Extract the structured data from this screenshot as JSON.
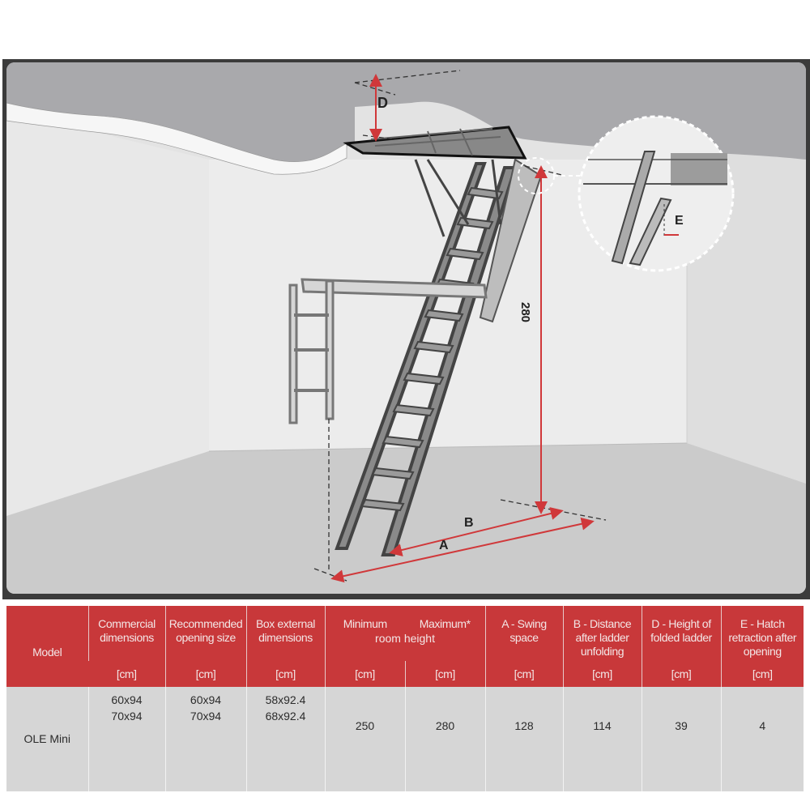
{
  "diagram": {
    "labels": {
      "D": "D",
      "E": "E",
      "A": "A",
      "B": "B",
      "height": "280"
    }
  },
  "table": {
    "headers": [
      {
        "label": "Model",
        "unit": ""
      },
      {
        "label": "Commercial dimensions",
        "unit": "[cm]"
      },
      {
        "label": "Recommended opening size",
        "unit": "[cm]"
      },
      {
        "label": "Box external dimensions",
        "unit": "[cm]"
      },
      {
        "label": "Minimum",
        "unit": "[cm]"
      },
      {
        "label": "Maximum*",
        "unit": "[cm]"
      },
      {
        "label": "A - Swing space",
        "unit": "[cm]"
      },
      {
        "label": "B - Distance after ladder unfolding",
        "unit": "[cm]"
      },
      {
        "label": "D - Height of folded ladder",
        "unit": "[cm]"
      },
      {
        "label": "E - Hatch retraction after opening",
        "unit": "[cm]"
      }
    ],
    "room_height_label": "room height",
    "row": {
      "model": "OLE Mini",
      "commercial": [
        "60x94",
        "70x94"
      ],
      "opening": [
        "60x94",
        "70x94"
      ],
      "box": [
        "58x92.4",
        "68x92.4"
      ],
      "min_height": "250",
      "max_height": "280",
      "swing": "128",
      "distance": "114",
      "folded_height": "39",
      "retraction": "4"
    },
    "colors": {
      "header": "#c8383a",
      "row": "#d6d6d6",
      "dimension": "#d0383a"
    }
  }
}
